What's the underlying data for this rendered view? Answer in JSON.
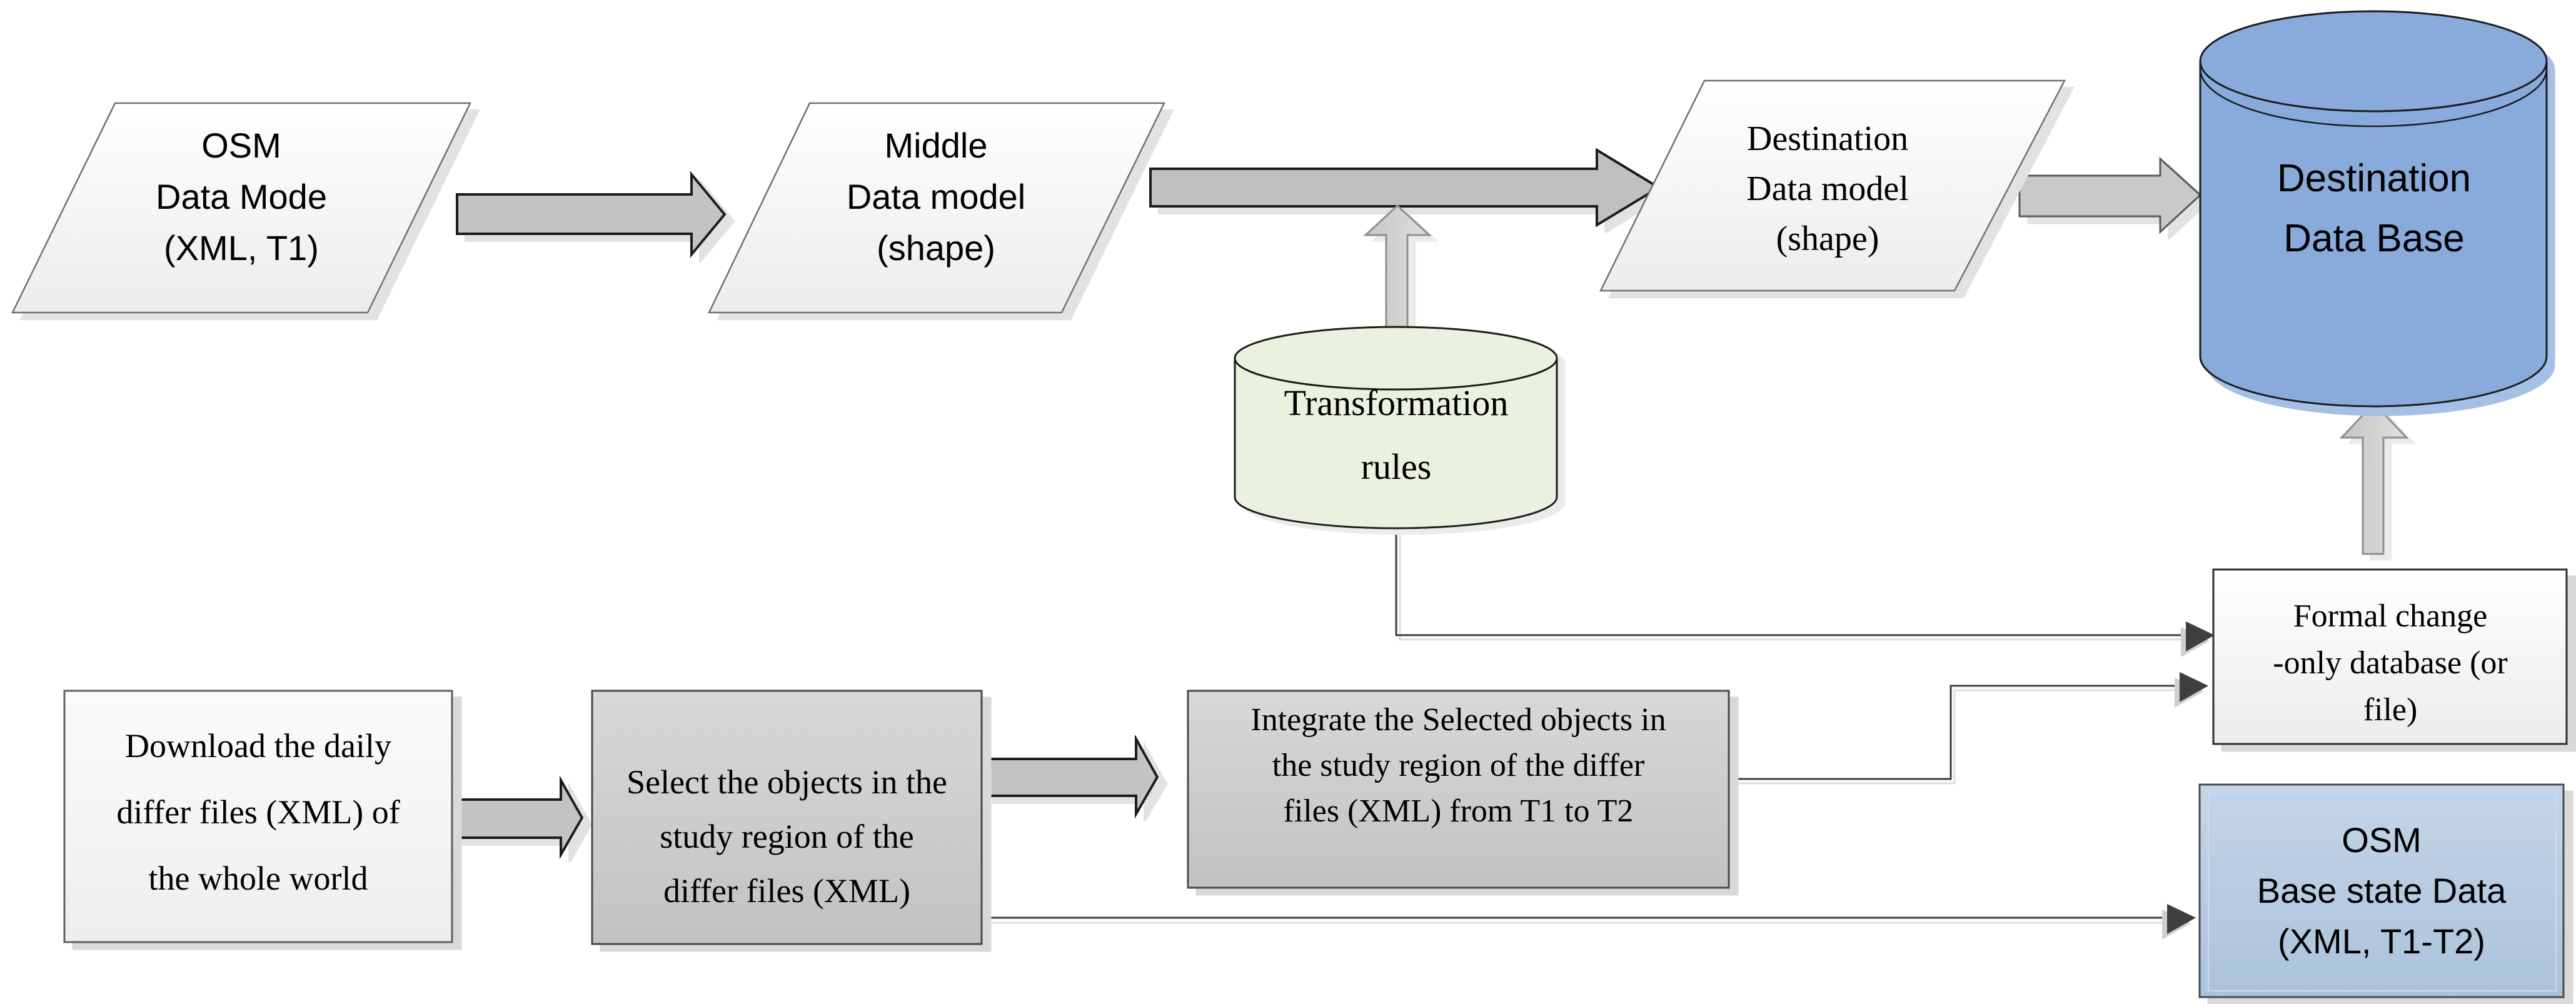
{
  "diagram": {
    "kind": "flowchart",
    "nodes": {
      "osm_data_model": {
        "shape": "parallelogram",
        "lines": [
          "OSM",
          "Data Mode",
          "(XML, T1)"
        ]
      },
      "middle_data_model": {
        "shape": "parallelogram",
        "lines": [
          "Middle",
          "Data model",
          "(shape)"
        ]
      },
      "destination_data_model": {
        "shape": "parallelogram",
        "lines": [
          "Destination",
          "Data model",
          "(shape)"
        ]
      },
      "destination_database": {
        "shape": "cylinder",
        "lines": [
          "Destination",
          "Data Base"
        ]
      },
      "transformation_rules": {
        "shape": "cylinder",
        "lines": [
          "Transformation",
          "rules"
        ]
      },
      "download_daily": {
        "shape": "process-box",
        "lines": [
          "Download the daily",
          "differ files (XML) of",
          "the whole world"
        ]
      },
      "select_objects": {
        "shape": "process-box",
        "lines": [
          "Select the objects in the",
          "study region of the",
          "differ files (XML)"
        ]
      },
      "integrate_objects": {
        "shape": "process-box",
        "lines": [
          "Integrate the Selected objects in",
          "the study region of the differ",
          "files (XML) from T1 to T2"
        ]
      },
      "formal_change": {
        "shape": "process-box",
        "lines": [
          "Formal change",
          "-only database (or",
          "file)"
        ]
      },
      "osm_base_state": {
        "shape": "process-box",
        "lines": [
          "OSM",
          "Base state Data",
          "(XML, T1-T2)"
        ]
      }
    },
    "colors": {
      "database_blue": "#88abdb",
      "base_state_blue": "#b9cde5",
      "rules_green": "#ebf1df",
      "arrow_gray": "#c3c3c3",
      "light_arrow_gray": "#d2d2d2",
      "process_gray": "#cccccc",
      "connector_dark": "#3f3f3f"
    }
  }
}
